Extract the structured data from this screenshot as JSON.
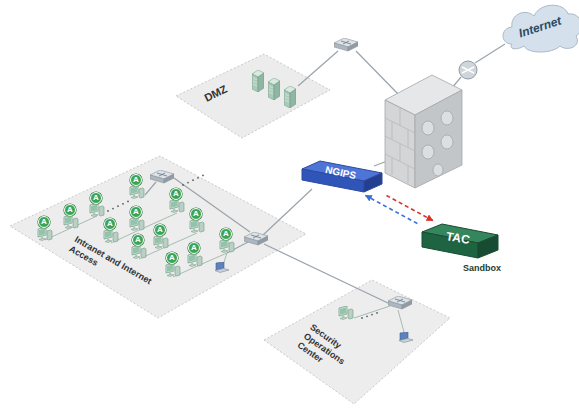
{
  "diagram": {
    "nodes": [
      {
        "text": [
          "Internet"
        ]
      },
      {
        "text": [
          "DMZ"
        ]
      },
      {
        "text": [
          "NGIPS"
        ]
      },
      {
        "text": [
          "TAC",
          "Sandbox"
        ]
      },
      {
        "text": [
          "Intranet and Internet Access"
        ]
      },
      {
        "text": [
          "Security Operations Center"
        ]
      }
    ],
    "edges": [
      {
        "from": 2,
        "to": 3,
        "arrow": "to"
      },
      {
        "from": 3,
        "to": 2,
        "arrow": "to"
      }
    ],
    "labels": [
      "A",
      "A",
      "A",
      "A",
      "A",
      "A",
      "A",
      "A",
      "A",
      "A",
      "A",
      "A",
      "A"
    ]
  }
}
